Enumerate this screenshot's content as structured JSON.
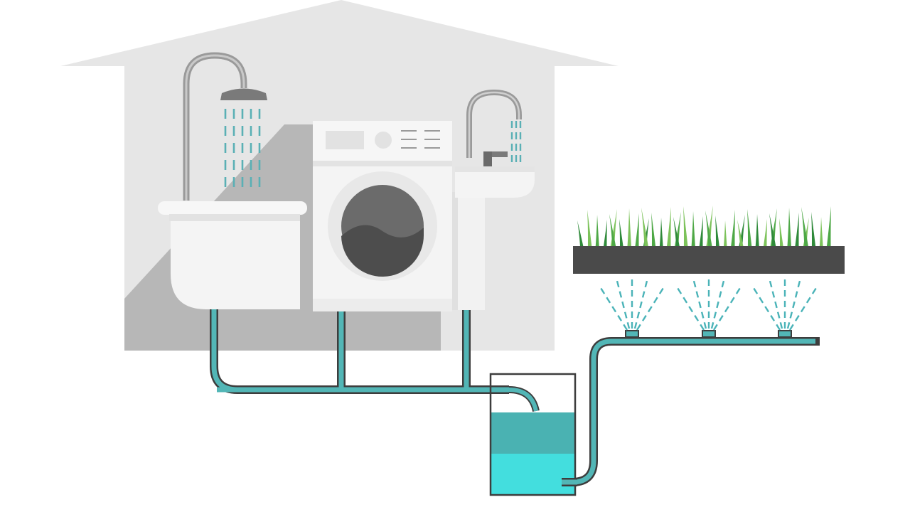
{
  "diagram": {
    "kind": "greywater-recycling-illustration",
    "elements": [
      "house-silhouette",
      "shower-icon",
      "bathtub",
      "washing-machine",
      "sink-faucet-icon",
      "drain-pipe-network",
      "storage-tank",
      "irrigation-pipe",
      "sprinkler-icon",
      "lawn-grass"
    ],
    "colors": {
      "background": "#ffffff",
      "house": "#e6e6e6",
      "house_shadow": "#b7b7b7",
      "fixture_white": "#f4f4f4",
      "fixture_shade": "#e2e2e2",
      "metal_gray": "#9a9a9a",
      "dark_gray": "#4c4c4c",
      "drum_water": "#555555",
      "pipe_teal": "#52b6b6",
      "pipe_outline": "#3d3d3d",
      "water_dark": "#4ab2b2",
      "water_light": "#43dede",
      "spray": "#4ab3b8",
      "soil": "#4a4a4a",
      "grass_dark": "#2f8a3a",
      "grass_mid": "#4ea846",
      "grass_light": "#7cc25a"
    },
    "tank": {
      "fill_upper_fraction": 0.48,
      "fill_lower_fraction": 0.52
    },
    "sprinkler_count": 3
  }
}
